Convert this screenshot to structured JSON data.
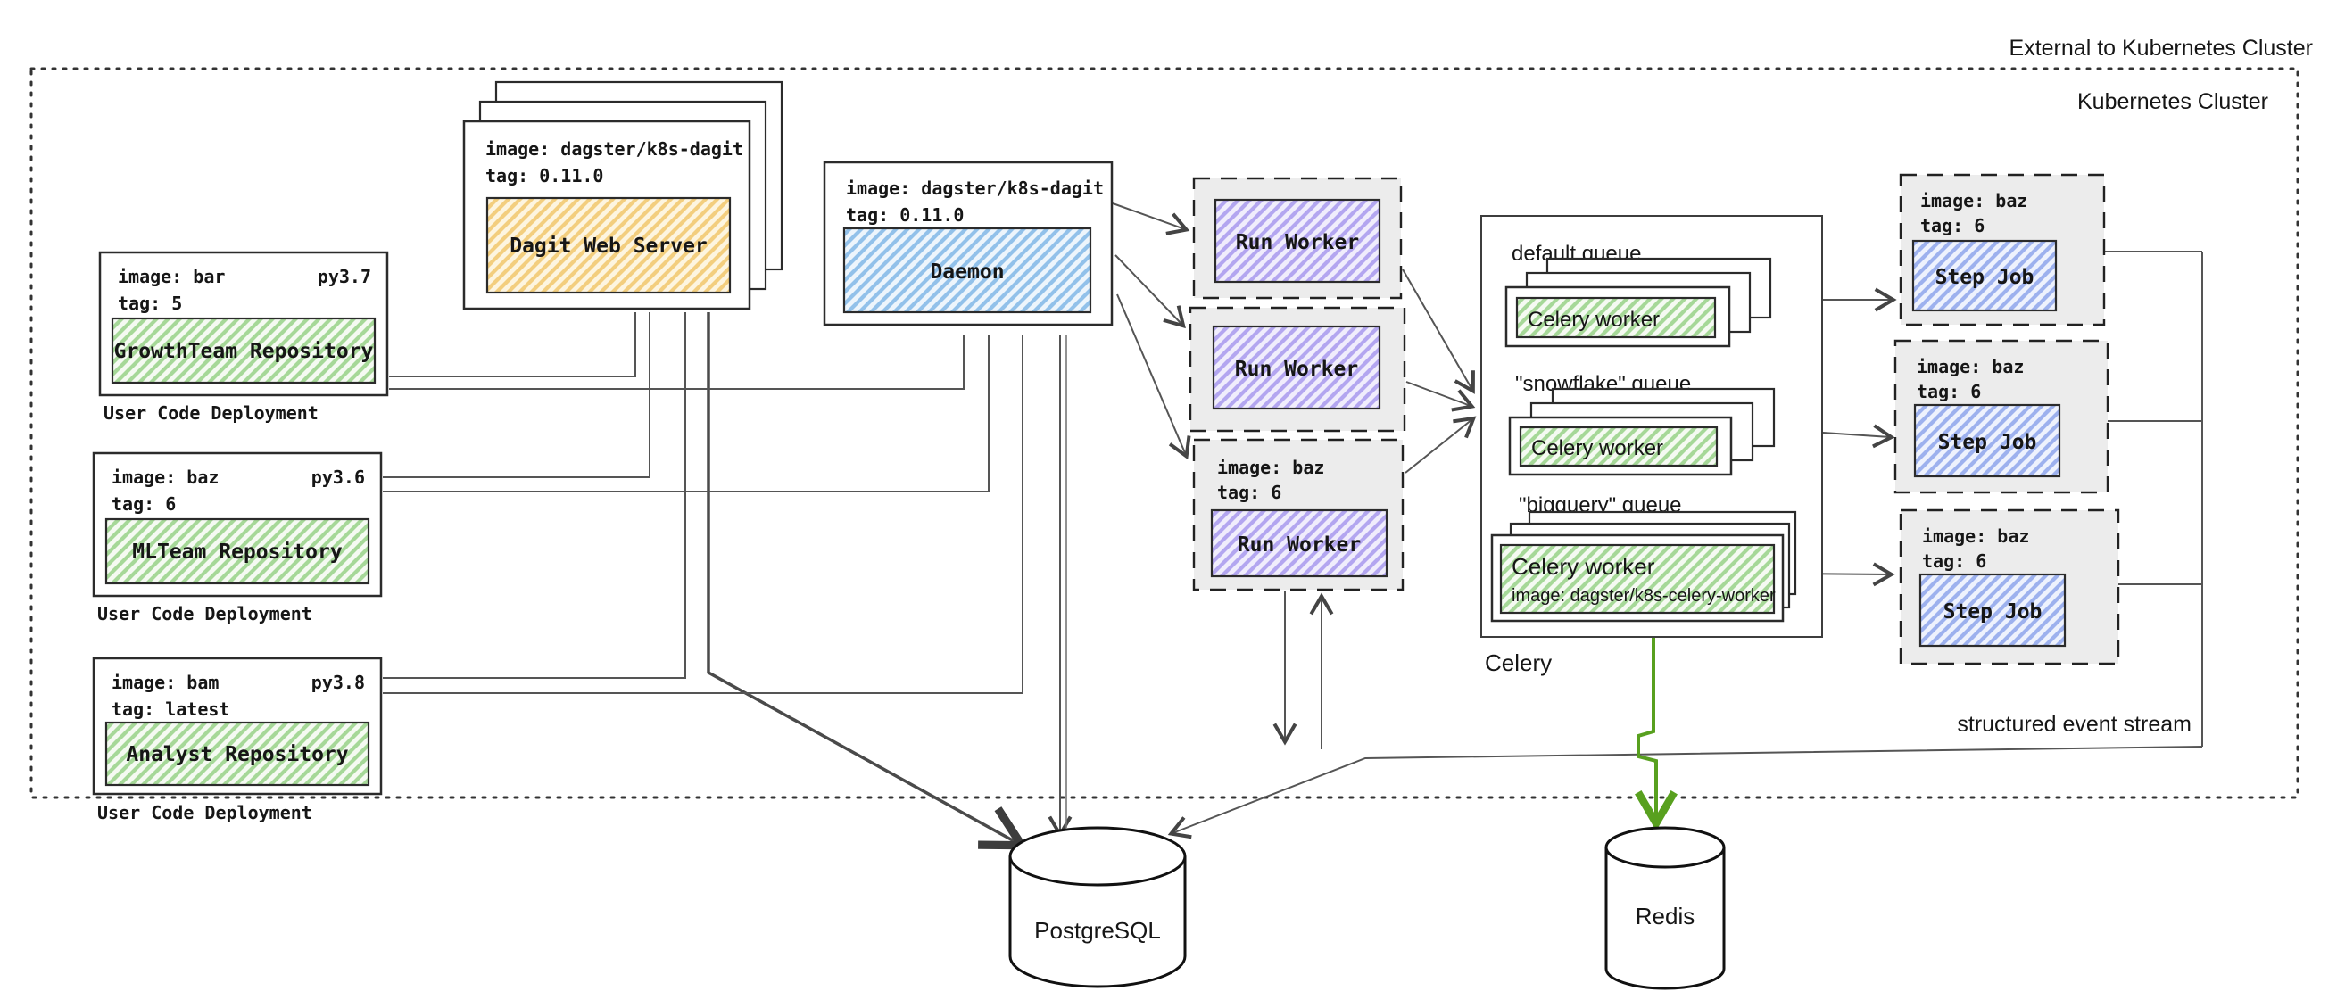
{
  "labels": {
    "external": "External to Kubernetes Cluster",
    "cluster": "Kubernetes Cluster",
    "event_stream": "structured event stream",
    "celery": "Celery"
  },
  "colors": {
    "user_code_caption": "#0d8165",
    "celery_green": "#58a01f",
    "box_green_line": "#a6d898",
    "box_orange_line": "#f3ce7e",
    "box_blue_line": "#92c1ea",
    "box_purple_line": "#b3a6f0",
    "box_stepblue_line": "#9db1ee"
  },
  "user_code_deployments": [
    {
      "image": "image: bar",
      "py": "py3.7",
      "tag": "tag: 5",
      "name": "GrowthTeam Repository",
      "caption": "User Code Deployment"
    },
    {
      "image": "image: baz",
      "py": "py3.6",
      "tag": "tag: 6",
      "name": "MLTeam Repository",
      "caption": "User Code Deployment"
    },
    {
      "image": "image: bam",
      "py": "py3.8",
      "tag": "tag: latest",
      "name": "Analyst Repository",
      "caption": "User Code Deployment"
    }
  ],
  "dagit": {
    "image": "image: dagster/k8s-dagit",
    "tag": "tag: 0.11.0",
    "name": "Dagit Web Server"
  },
  "daemon": {
    "image": "image: dagster/k8s-dagit",
    "tag": "tag: 0.11.0",
    "name": "Daemon"
  },
  "run_workers": [
    {
      "name": "Run Worker"
    },
    {
      "name": "Run Worker"
    },
    {
      "image": "image: baz",
      "tag": "tag: 6",
      "name": "Run Worker"
    }
  ],
  "queues": [
    {
      "label": "default queue",
      "worker": "Celery worker"
    },
    {
      "label": "\"snowflake\" queue",
      "worker": "Celery worker"
    },
    {
      "label": "\"bigquery\" queue",
      "worker": "Celery worker",
      "worker_image": "image: dagster/k8s-celery-worker"
    }
  ],
  "step_jobs": [
    {
      "image": "image: baz",
      "tag": "tag: 6",
      "name": "Step Job"
    },
    {
      "image": "image: baz",
      "tag": "tag: 6",
      "name": "Step Job"
    },
    {
      "image": "image: baz",
      "tag": "tag: 6",
      "name": "Step Job"
    }
  ],
  "databases": {
    "postgres": "PostgreSQL",
    "redis": "Redis"
  }
}
